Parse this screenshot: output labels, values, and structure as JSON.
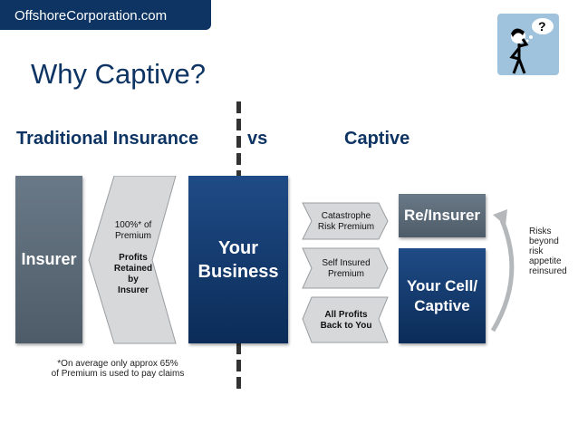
{
  "header": {
    "brand": "OffshoreCorporation.com",
    "title": "Why Captive?",
    "illustration": "thinking-person-question-mark"
  },
  "columns": {
    "left": "Traditional Insurance",
    "middle": "vs",
    "right": "Captive"
  },
  "traditional": {
    "insurer_label": "Insurer",
    "chevron_line1": "100%* of",
    "chevron_line2": "Premium",
    "chevron_bold1": "Profits",
    "chevron_bold2": "Retained",
    "chevron_bold3": "by",
    "chevron_bold4": "Insurer",
    "footnote_line1": "*On average only approx 65%",
    "footnote_line2": "of Premium  is used to pay claims"
  },
  "business": {
    "line1": "Your",
    "line2": "Business"
  },
  "captive": {
    "arrow1_line1": "Catastrophe",
    "arrow1_line2": "Risk Premium",
    "arrow2_line1": "Self Insured",
    "arrow2_line2": "Premium",
    "arrow3_line1": "All Profits",
    "arrow3_line2": "Back to You",
    "reinsurer_label": "Re/Insurer",
    "cell_line1": "Your Cell/",
    "cell_line2": "Captive",
    "side_note": [
      "Risks",
      "beyond",
      "risk",
      "appetite",
      "reinsured"
    ]
  },
  "colors": {
    "navy": "#0d3463",
    "slate": "#5a6876",
    "chevron_gray": "#d6d8da"
  }
}
